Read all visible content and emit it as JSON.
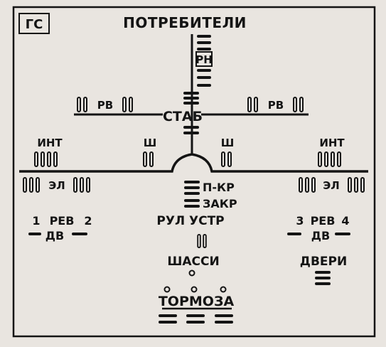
{
  "diagram": {
    "system_tag": "ГС",
    "consumers_title": "ПОТРЕБИТЕЛИ",
    "labels": {
      "rn": "РН",
      "rv_left": "РВ",
      "rv_right": "РВ",
      "stab": "СТАБ",
      "int_left": "ИНТ",
      "int_right": "ИНТ",
      "sh_left": "Ш",
      "sh_right": "Ш",
      "el_left": "ЭЛ",
      "el_right": "ЭЛ",
      "p_kr": "П-КР",
      "zakr": "ЗАКР",
      "rul_ustr": "РУЛ УСТР",
      "rev_1": "1",
      "rev_left": "РЕВ",
      "rev_2": "2",
      "rev_3": "3",
      "rev_right": "РЕВ",
      "rev_4": "4",
      "dv_left": "ДВ",
      "dv_right": "ДВ",
      "shassi": "ШАССИ",
      "dveri": "ДВЕРИ",
      "tormoza": "ТОРМОЗА"
    }
  }
}
